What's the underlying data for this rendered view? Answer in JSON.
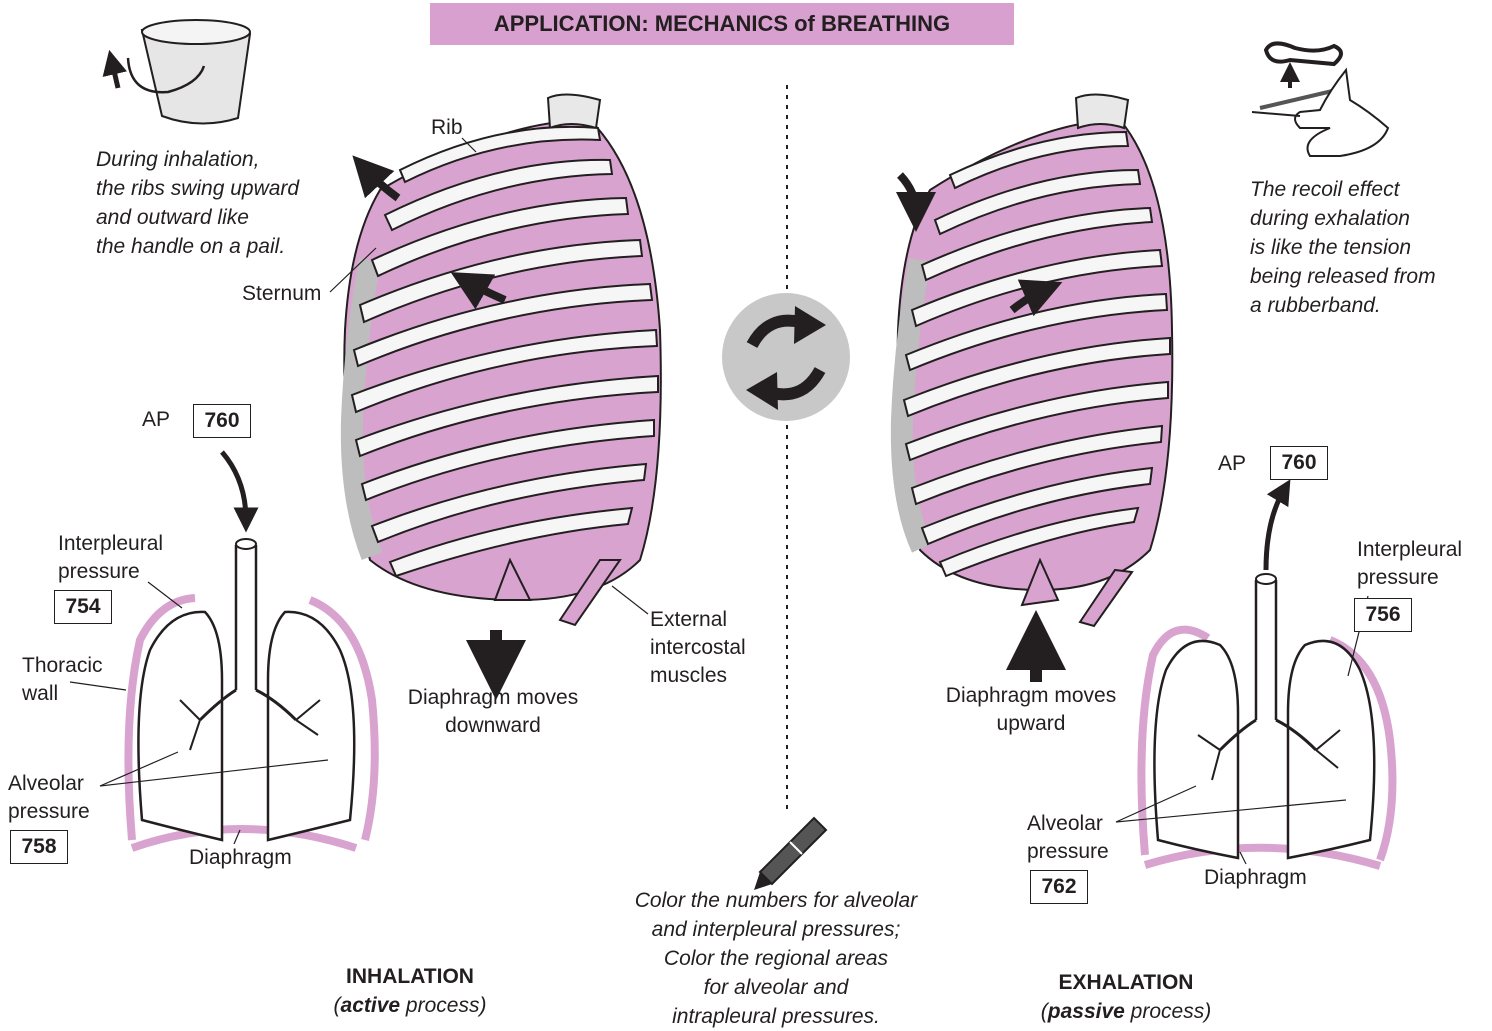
{
  "title": "APPLICATION:  MECHANICS of BREATHING",
  "inhalation": {
    "pail_caption": [
      "During inhalation,",
      "the ribs swing upward",
      "and outward like",
      "the handle on a pail."
    ],
    "rib_label": "Rib",
    "sternum_label": "Sternum",
    "external_label": [
      "External",
      "intercostal",
      "muscles"
    ],
    "diaphragm_moves": [
      "Diaphragm moves",
      "downward"
    ],
    "ap_label": "AP",
    "ap_value": "760",
    "interpleural_label": [
      "Interpleural",
      "pressure"
    ],
    "interpleural_value": "754",
    "thoracic_label": [
      "Thoracic",
      "wall"
    ],
    "alveolar_label": [
      "Alveolar",
      "pressure"
    ],
    "alveolar_value": "758",
    "diaphragm_label": "Diaphragm",
    "heading": "INHALATION",
    "process_open": "(",
    "process_word": "active",
    "process_close": " process)"
  },
  "exhalation": {
    "recoil_caption": [
      "The recoil effect",
      "during exhalation",
      "is like the tension",
      "being released from",
      "a rubberband."
    ],
    "diaphragm_moves": [
      "Diaphragm moves",
      "upward"
    ],
    "ap_label": "AP",
    "ap_value": "760",
    "interpleural_label": [
      "Interpleural",
      "pressure"
    ],
    "interpleural_value": "756",
    "alveolar_label": [
      "Alveolar",
      "pressure"
    ],
    "alveolar_value": "762",
    "diaphragm_label": "Diaphragm",
    "heading": "EXHALATION",
    "process_open": "(",
    "process_word": "passive",
    "process_close": " process)"
  },
  "instructions": [
    "Color the numbers for alveolar",
    "and interpleural pressures;",
    "Color the regional areas",
    "for alveolar and",
    "intrapleural pressures."
  ],
  "colors": {
    "accent_pink": "#d8a0cf",
    "muscle_pink": "#d9a3d0",
    "bone_gray": "#cfcfcf",
    "ink": "#231f20",
    "cycle_gray": "#c8c8c8"
  },
  "icons": [
    "pail-icon",
    "rubberband-icon",
    "cycle-arrows-icon",
    "crayon-icon"
  ]
}
